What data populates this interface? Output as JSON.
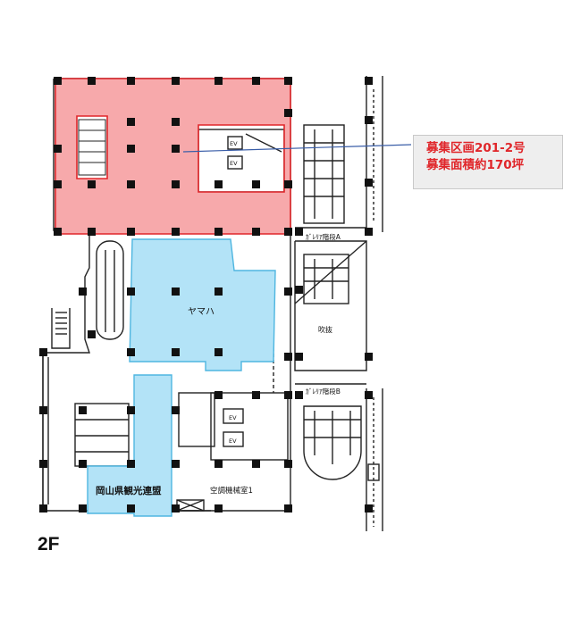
{
  "floor_label": "2F",
  "callout": {
    "line1": "募集区画201-2号",
    "line2": "募集面積約170坪"
  },
  "labels": {
    "yamaha": "ヤマハ",
    "okayama": "岡山県観光連盟",
    "stair_a": "ｶﾞﾚﾘｱ階段A",
    "stair_b": "ｶﾞﾚﾘｱ階段B",
    "atrium": "吹抜",
    "machine_room": "空調機械室1",
    "ev": "EV"
  },
  "colors": {
    "vacant_fill": "#f7a9ab",
    "vacant_stroke": "#e0262a",
    "tenant_fill": "#b3e3f7",
    "tenant_stroke": "#4fb6e0",
    "callout_text": "#e0262a",
    "leader_line": "#3a5ea8"
  }
}
